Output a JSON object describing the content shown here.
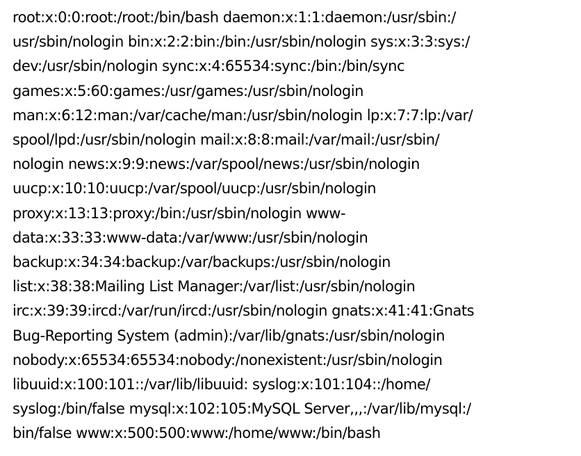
{
  "document": {
    "lines": [
      "root:x:0:0:root:/root:/bin/bash daemon:x:1:1:daemon:/usr/sbin:/",
      "usr/sbin/nologin bin:x:2:2:bin:/bin:/usr/sbin/nologin sys:x:3:3:sys:/",
      "dev:/usr/sbin/nologin sync:x:4:65534:sync:/bin:/bin/sync",
      "games:x:5:60:games:/usr/games:/usr/sbin/nologin",
      "man:x:6:12:man:/var/cache/man:/usr/sbin/nologin lp:x:7:7:lp:/var/",
      "spool/lpd:/usr/sbin/nologin mail:x:8:8:mail:/var/mail:/usr/sbin/",
      "nologin news:x:9:9:news:/var/spool/news:/usr/sbin/nologin",
      "uucp:x:10:10:uucp:/var/spool/uucp:/usr/sbin/nologin",
      "proxy:x:13:13:proxy:/bin:/usr/sbin/nologin www-",
      "data:x:33:33:www-data:/var/www:/usr/sbin/nologin",
      "backup:x:34:34:backup:/var/backups:/usr/sbin/nologin",
      "list:x:38:38:Mailing List Manager:/var/list:/usr/sbin/nologin",
      "irc:x:39:39:ircd:/var/run/ircd:/usr/sbin/nologin gnats:x:41:41:Gnats",
      "Bug-Reporting System (admin):/var/lib/gnats:/usr/sbin/nologin",
      "nobody:x:65534:65534:nobody:/nonexistent:/usr/sbin/nologin",
      "libuuid:x:100:101::/var/lib/libuuid: syslog:x:101:104::/home/",
      "syslog:/bin/false mysql:x:102:105:MySQL Server,,,:/var/lib/mysql:/",
      "bin/false www:x:500:500:www:/home/www:/bin/bash"
    ]
  }
}
